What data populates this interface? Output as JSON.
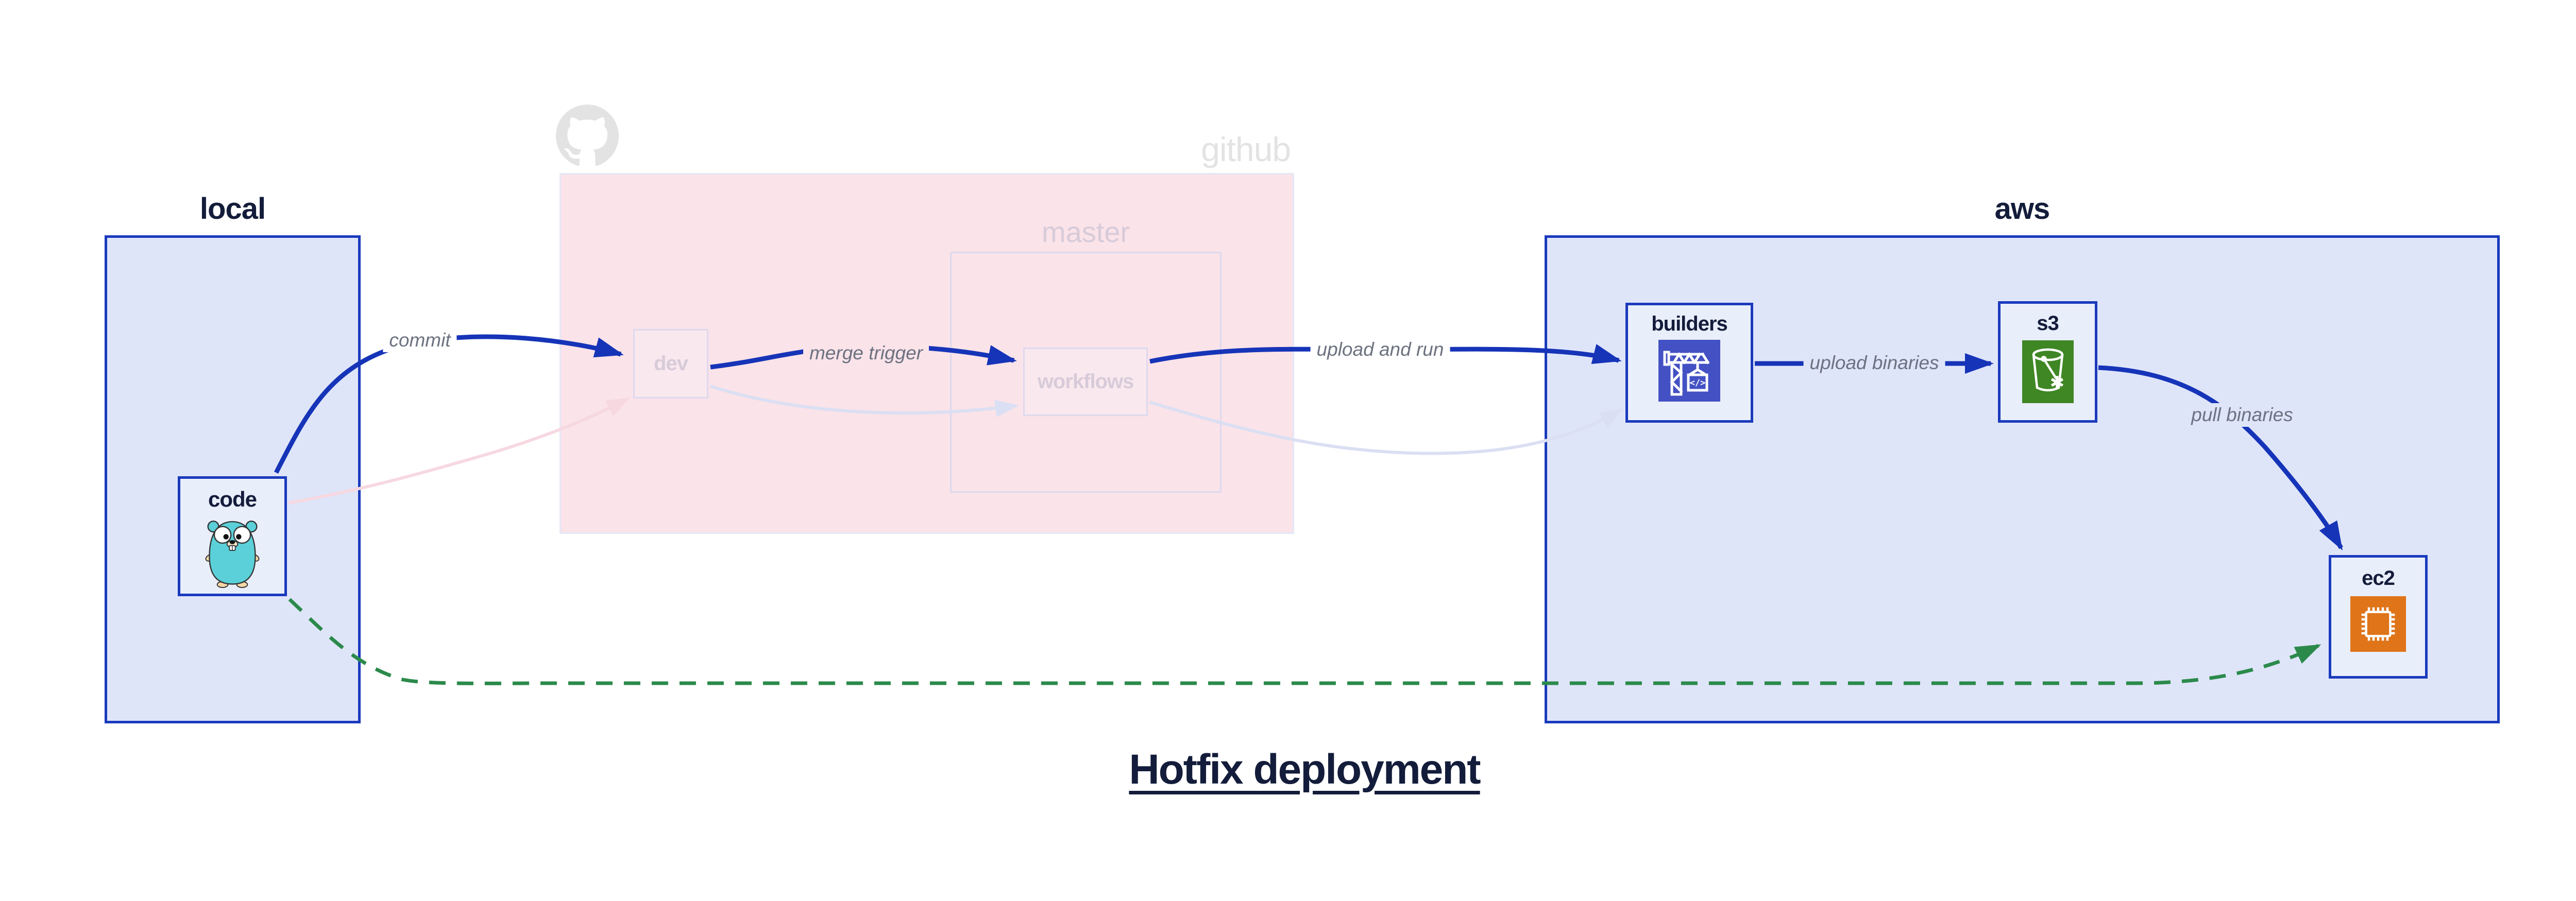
{
  "title": {
    "text": "Hotfix deployment"
  },
  "groups": {
    "local": {
      "label": "local"
    },
    "github": {
      "label": "github"
    },
    "master": {
      "label": "master"
    },
    "aws": {
      "label": "aws"
    }
  },
  "nodes": {
    "code": {
      "label": "code",
      "icon": "go-gopher-icon"
    },
    "dev": {
      "label": "dev"
    },
    "workflows": {
      "label": "workflows"
    },
    "builders": {
      "label": "builders",
      "icon": "codebuild-crane-icon"
    },
    "s3": {
      "label": "s3",
      "icon": "s3-bucket-icon"
    },
    "ec2": {
      "label": "ec2",
      "icon": "ec2-chip-icon"
    }
  },
  "edges": {
    "commit": {
      "label": "commit",
      "style": "solid-blue"
    },
    "merge_trigger": {
      "label": "merge trigger",
      "style": "solid-blue"
    },
    "upload_and_run": {
      "label": "upload and run",
      "style": "solid-blue"
    },
    "upload_binaries": {
      "label": "upload binaries",
      "style": "solid-blue"
    },
    "pull_binaries": {
      "label": "pull binaries",
      "style": "solid-blue"
    },
    "hotfix_path": {
      "label": "",
      "style": "dashed-green"
    },
    "code_to_dev_faded": {
      "label": "",
      "style": "faded-pink"
    },
    "dev_to_workflows_faded": {
      "label": "",
      "style": "faded-lavender"
    },
    "workflows_to_builders_faded": {
      "label": "",
      "style": "faded-lavender"
    }
  },
  "colors": {
    "arrow_blue": "#1634b8",
    "border_blue": "#1a3abc",
    "group_blue_fill": "#dfe5f9",
    "node_blue_fill": "#e9eefb",
    "navy_text": "#131c3a",
    "edge_label_gray": "#6c7280",
    "github_pink_fill": "#fae3e9",
    "pink_node_fill": "#f9e8ee",
    "lavender_border": "#ded9ee",
    "github_box_border": "#e4e7f6",
    "faded_text_pink": "#d8cbd9",
    "faded_gray": "#e3e3e3",
    "faded_pink_arrow": "#f7d8e1",
    "faded_lavender_arrow": "#dbdff3",
    "hotfix_green": "#2b8a4b",
    "builders_icon_bg": "#4351c4",
    "s3_icon_bg": "#3f8624",
    "ec2_icon_bg": "#df7419",
    "gopher_teal": "#5bd0d9",
    "gopher_cream": "#f6d7a6"
  }
}
